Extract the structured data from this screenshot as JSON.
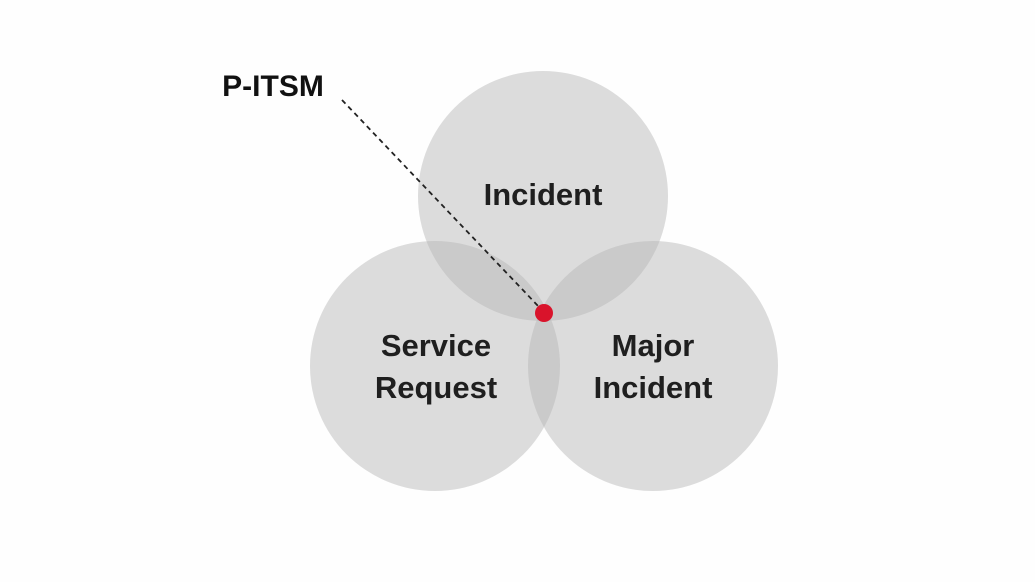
{
  "diagram": {
    "callout": {
      "label": "P-ITSM",
      "marker_color": "#d9132b"
    },
    "circles": [
      {
        "id": "incident",
        "lines": [
          "Incident"
        ]
      },
      {
        "id": "service-request",
        "lines": [
          "Service",
          "Request"
        ]
      },
      {
        "id": "major-incident",
        "lines": [
          "Major",
          "Incident"
        ]
      }
    ],
    "circle_color": "#b4b4b4"
  }
}
